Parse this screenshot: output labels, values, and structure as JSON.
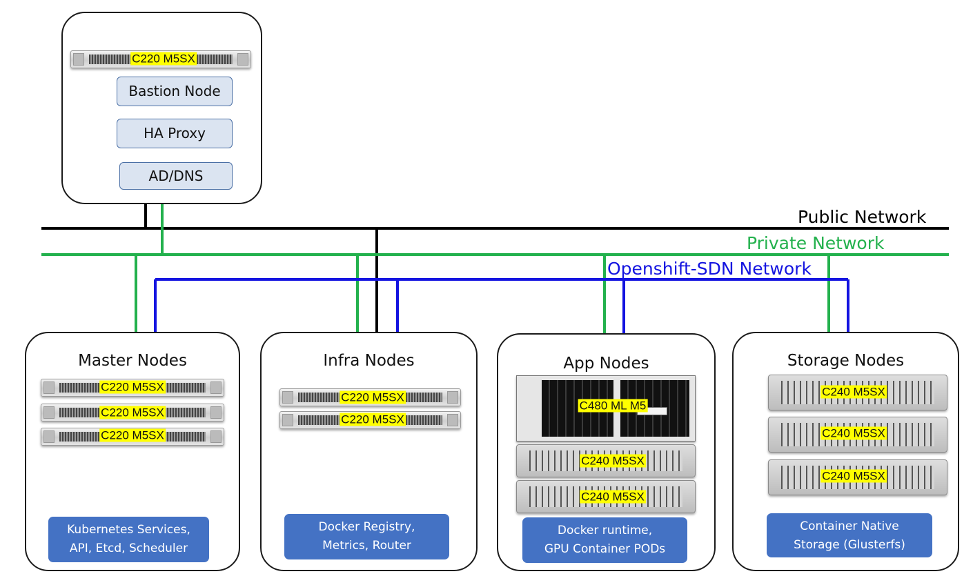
{
  "colors": {
    "public": "#000000",
    "private": "#23b14d",
    "sdn": "#1414e0",
    "label_highlight": "#ffff00",
    "desc_bg": "#4472c4"
  },
  "networks": {
    "public": "Public Network",
    "private": "Private Network",
    "sdn": "Openshift-SDN Network"
  },
  "bastion": {
    "server": "C220 M5SX",
    "roles": [
      "Bastion Node",
      "HA Proxy",
      "AD/DNS"
    ]
  },
  "master": {
    "title": "Master Nodes",
    "servers": [
      "C220 M5SX",
      "C220 M5SX",
      "C220 M5SX"
    ],
    "desc": [
      "Kubernetes Services,",
      "API, Etcd, Scheduler"
    ]
  },
  "infra": {
    "title": "Infra Nodes",
    "servers": [
      "C220 M5SX",
      "C220 M5SX"
    ],
    "desc": [
      "Docker Registry,",
      "Metrics, Router"
    ]
  },
  "app": {
    "title": "App Nodes",
    "servers": [
      "C480 ML M5",
      "C240 M5SX",
      "C240 M5SX"
    ],
    "desc": [
      "Docker runtime,",
      "GPU Container PODs"
    ]
  },
  "storage": {
    "title": "Storage Nodes",
    "servers": [
      "C240 M5SX",
      "C240 M5SX",
      "C240 M5SX"
    ],
    "desc": [
      "Container Native",
      "Storage (Glusterfs)"
    ]
  }
}
